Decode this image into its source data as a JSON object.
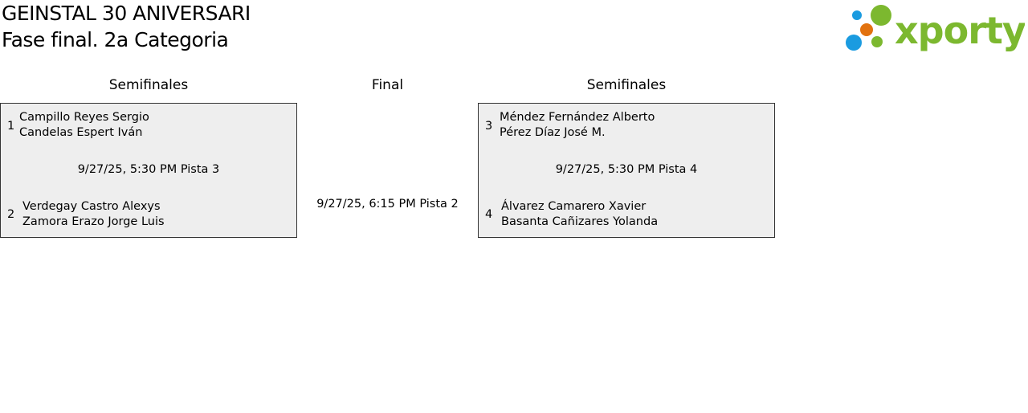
{
  "title": "GEINSTAL 30 ANIVERSARI",
  "subtitle": "Fase final. 2a Categoria",
  "logo_text": "xporty",
  "headers": {
    "left": "Semifinales",
    "center": "Final",
    "right": "Semifinales"
  },
  "semis": [
    {
      "seed_a": "1",
      "team_a": [
        "Campillo Reyes Sergio",
        "Candelas Espert Iván"
      ],
      "schedule": "9/27/25, 5:30 PM Pista 3",
      "seed_b": "2",
      "team_b": [
        "Verdegay Castro Alexys",
        "Zamora Erazo Jorge Luis"
      ]
    },
    {
      "seed_a": "3",
      "team_a": [
        "Méndez Fernández Alberto",
        "Pérez Díaz José M."
      ],
      "schedule": "9/27/25, 5:30 PM Pista 4",
      "seed_b": "4",
      "team_b": [
        "Álvarez Camarero Xavier",
        "Basanta Cañizares Yolanda"
      ]
    }
  ],
  "final": {
    "schedule": "9/27/25, 6:15 PM Pista 2"
  },
  "colors": {
    "green": "#7cb82f",
    "blue": "#1a9be0",
    "orange": "#e2720f"
  }
}
